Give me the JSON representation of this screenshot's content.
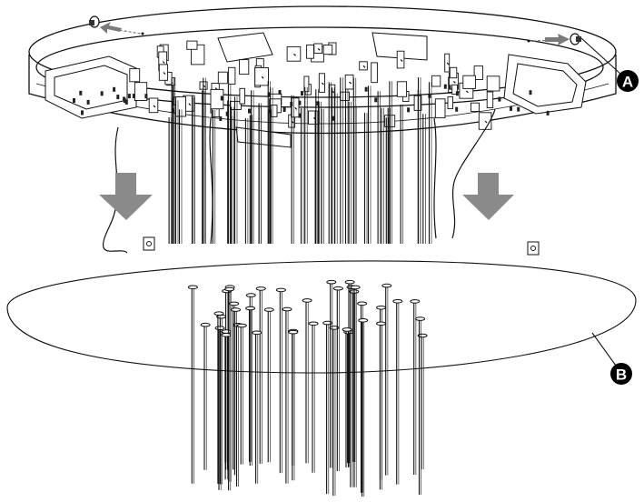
{
  "callouts": [
    {
      "id": "A",
      "label": "A",
      "color": "#000000"
    },
    {
      "id": "B",
      "label": "B",
      "color": "#000000"
    }
  ],
  "arrows": {
    "color": "#8a8a8a",
    "count": 2,
    "direction": "down"
  },
  "screws": {
    "color": "#7a7a7a",
    "count": 2
  },
  "rods": {
    "count": 44
  },
  "line_color": "#111111"
}
